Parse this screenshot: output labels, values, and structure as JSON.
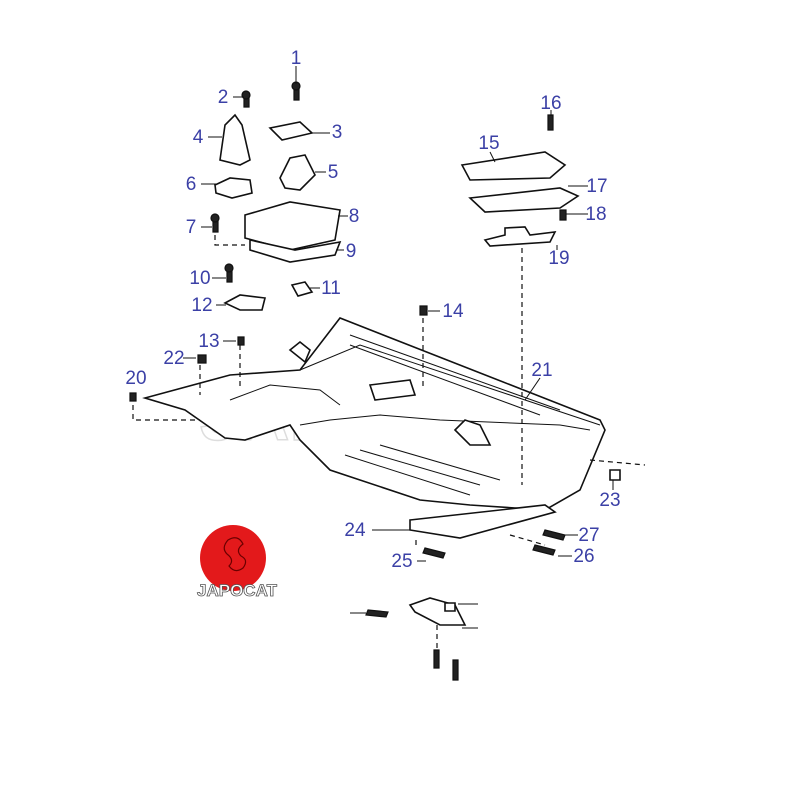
{
  "diagram": {
    "callouts": [
      "1",
      "2",
      "3",
      "4",
      "5",
      "6",
      "7",
      "8",
      "9",
      "10",
      "11",
      "12",
      "13",
      "14",
      "15",
      "16",
      "17",
      "18",
      "19",
      "20",
      "21",
      "22",
      "23",
      "24",
      "25",
      "26",
      "27"
    ],
    "callout_color": "#3b40a6"
  },
  "logo": {
    "text": "JAPOCAT",
    "color": "#e3191b"
  },
  "watermark": {
    "text": "JAPOCAT"
  }
}
